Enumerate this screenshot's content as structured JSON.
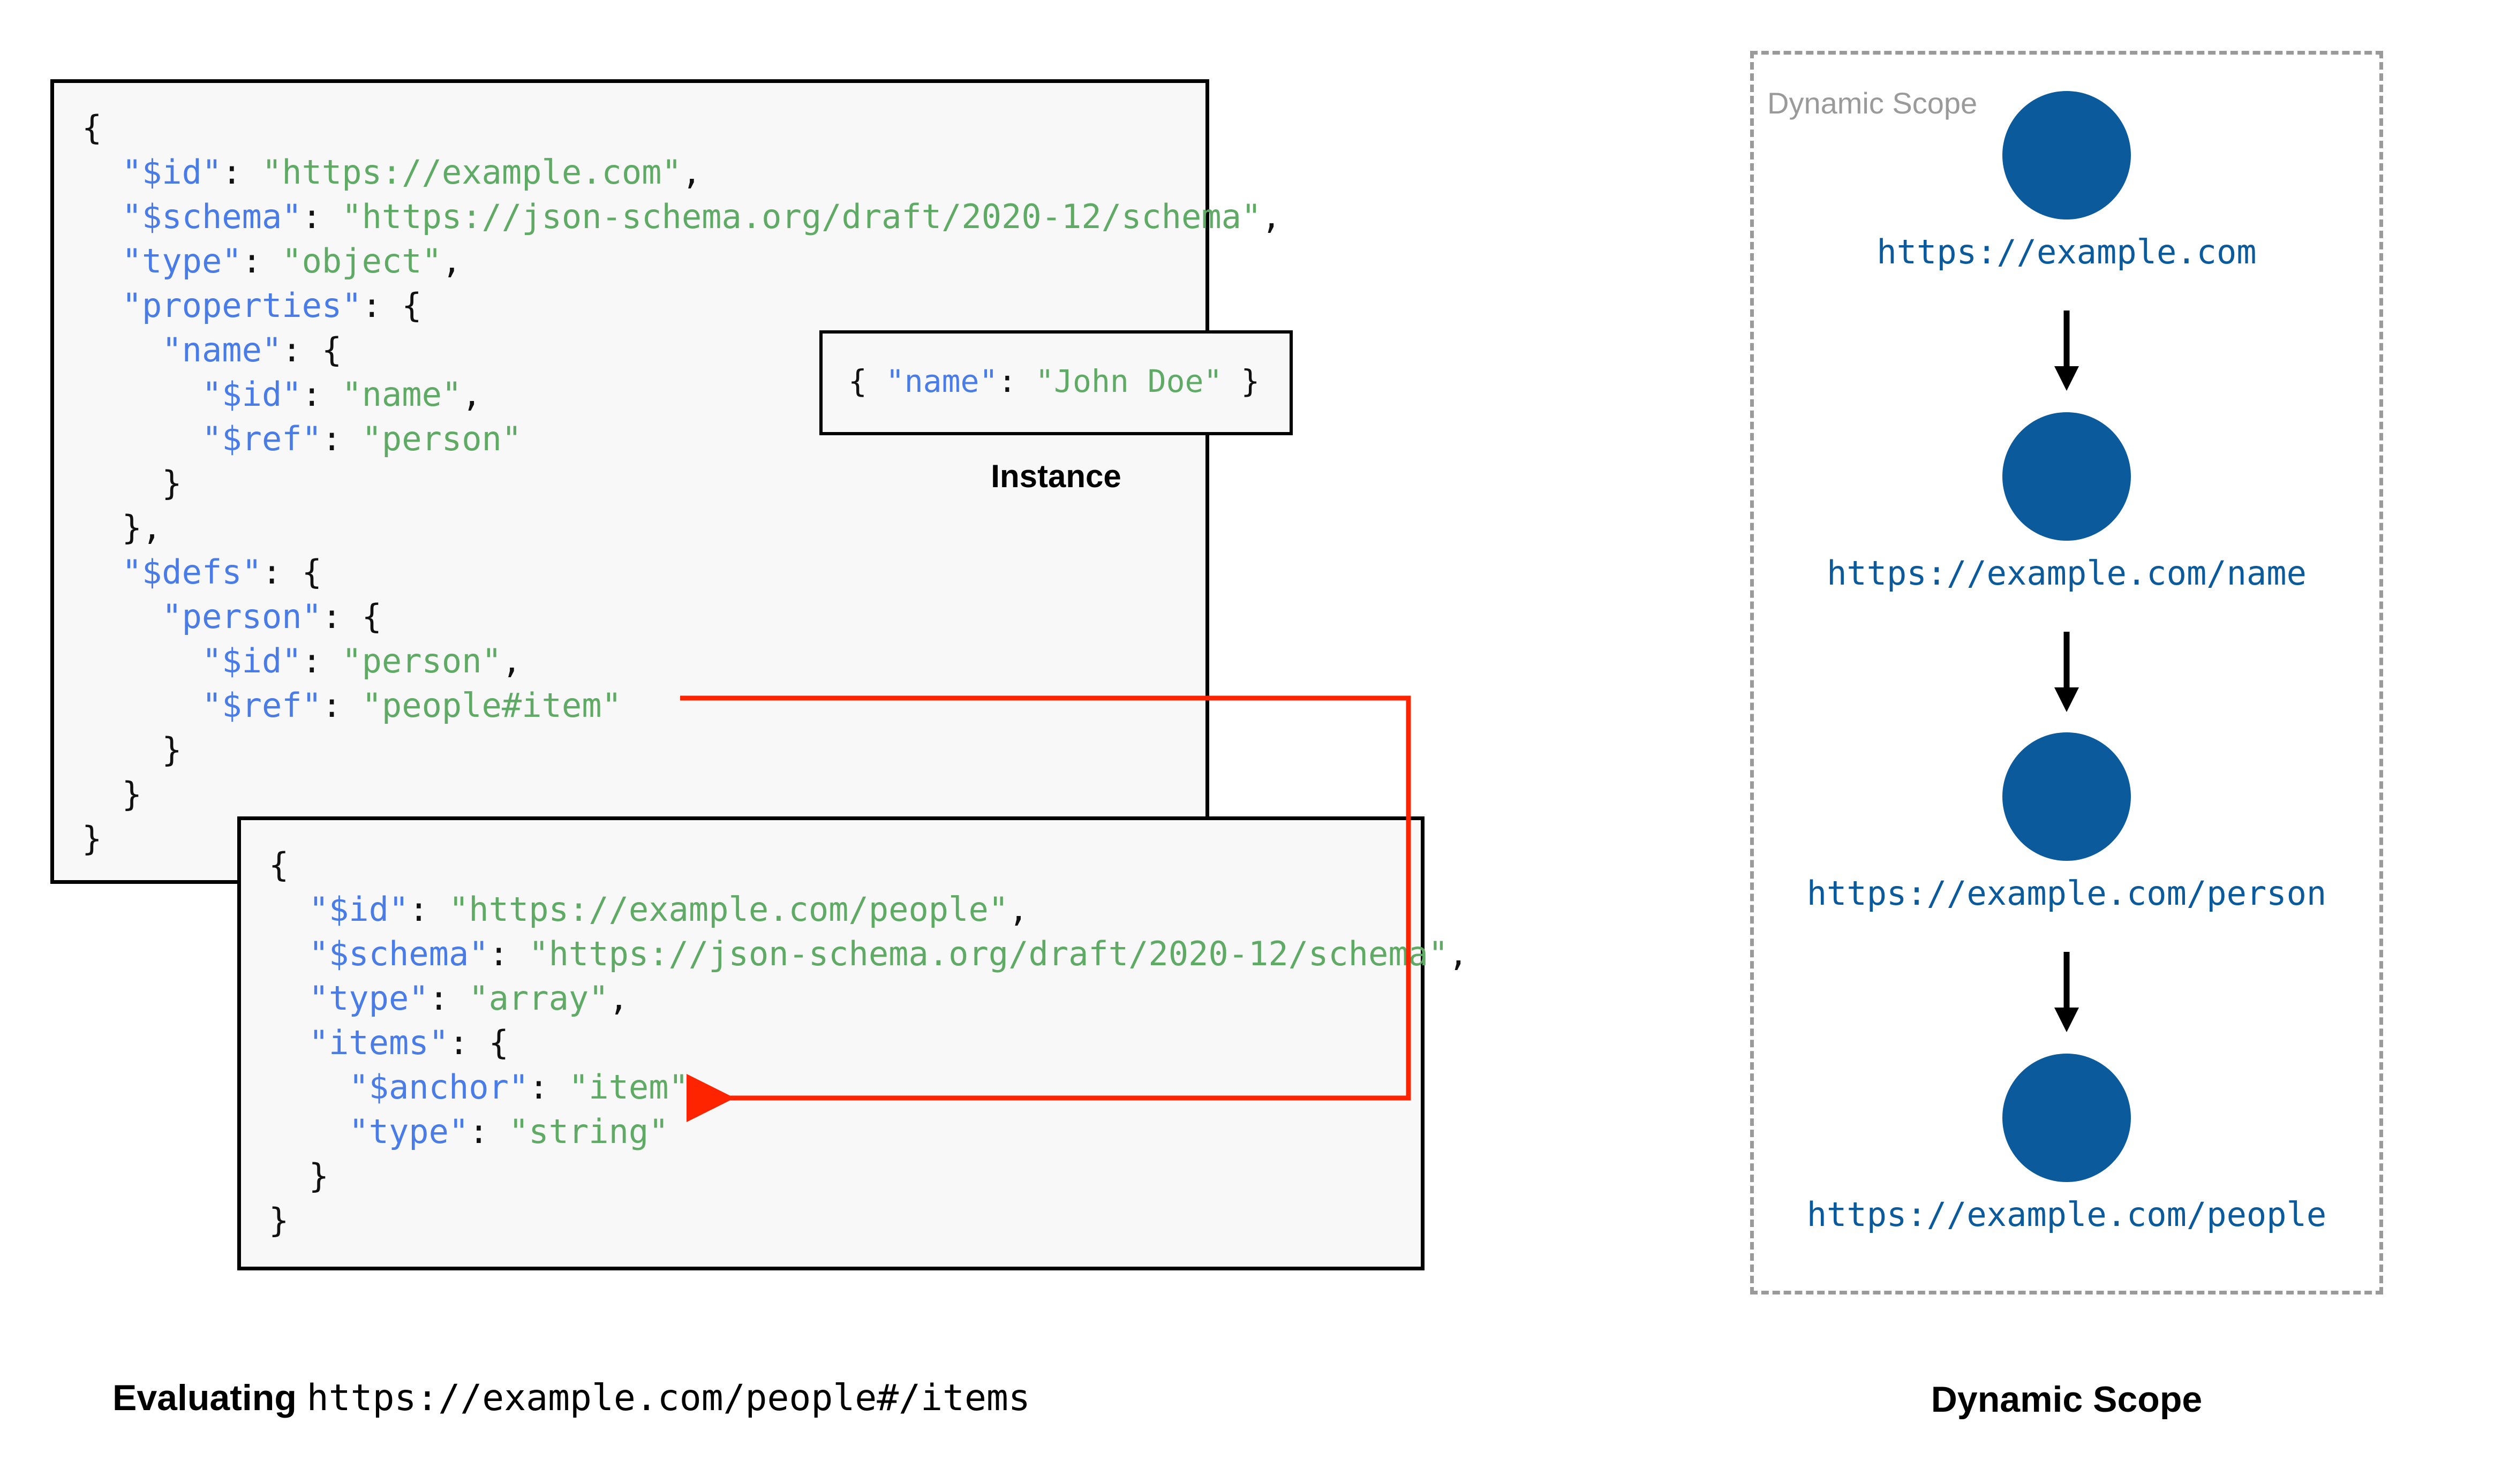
{
  "schema_root": {
    "lines": [
      [
        {
          "t": "{",
          "c": "p"
        }
      ],
      [
        {
          "t": "  ",
          "c": "p"
        },
        {
          "t": "\"$id\"",
          "c": "k"
        },
        {
          "t": ": ",
          "c": "p"
        },
        {
          "t": "\"https://example.com\"",
          "c": "s"
        },
        {
          "t": ",",
          "c": "p"
        }
      ],
      [
        {
          "t": "  ",
          "c": "p"
        },
        {
          "t": "\"$schema\"",
          "c": "k"
        },
        {
          "t": ": ",
          "c": "p"
        },
        {
          "t": "\"https://json-schema.org/draft/2020-12/schema\"",
          "c": "s"
        },
        {
          "t": ",",
          "c": "p"
        }
      ],
      [
        {
          "t": "  ",
          "c": "p"
        },
        {
          "t": "\"type\"",
          "c": "k"
        },
        {
          "t": ": ",
          "c": "p"
        },
        {
          "t": "\"object\"",
          "c": "s"
        },
        {
          "t": ",",
          "c": "p"
        }
      ],
      [
        {
          "t": "  ",
          "c": "p"
        },
        {
          "t": "\"properties\"",
          "c": "k"
        },
        {
          "t": ": {",
          "c": "p"
        }
      ],
      [
        {
          "t": "    ",
          "c": "p"
        },
        {
          "t": "\"name\"",
          "c": "k"
        },
        {
          "t": ": {",
          "c": "p"
        }
      ],
      [
        {
          "t": "      ",
          "c": "p"
        },
        {
          "t": "\"$id\"",
          "c": "k"
        },
        {
          "t": ": ",
          "c": "p"
        },
        {
          "t": "\"name\"",
          "c": "s"
        },
        {
          "t": ",",
          "c": "p"
        }
      ],
      [
        {
          "t": "      ",
          "c": "p"
        },
        {
          "t": "\"$ref\"",
          "c": "k"
        },
        {
          "t": ": ",
          "c": "p"
        },
        {
          "t": "\"person\"",
          "c": "s"
        }
      ],
      [
        {
          "t": "    }",
          "c": "p"
        }
      ],
      [
        {
          "t": "  },",
          "c": "p"
        }
      ],
      [
        {
          "t": "  ",
          "c": "p"
        },
        {
          "t": "\"$defs\"",
          "c": "k"
        },
        {
          "t": ": {",
          "c": "p"
        }
      ],
      [
        {
          "t": "    ",
          "c": "p"
        },
        {
          "t": "\"person\"",
          "c": "k"
        },
        {
          "t": ": {",
          "c": "p"
        }
      ],
      [
        {
          "t": "      ",
          "c": "p"
        },
        {
          "t": "\"$id\"",
          "c": "k"
        },
        {
          "t": ": ",
          "c": "p"
        },
        {
          "t": "\"person\"",
          "c": "s"
        },
        {
          "t": ",",
          "c": "p"
        }
      ],
      [
        {
          "t": "      ",
          "c": "p"
        },
        {
          "t": "\"$ref\"",
          "c": "k"
        },
        {
          "t": ": ",
          "c": "p"
        },
        {
          "t": "\"people#item\"",
          "c": "s"
        }
      ],
      [
        {
          "t": "    }",
          "c": "p"
        }
      ],
      [
        {
          "t": "  }",
          "c": "p"
        }
      ],
      [
        {
          "t": "}",
          "c": "p"
        }
      ]
    ]
  },
  "instance": {
    "label": "Instance",
    "lines": [
      [
        {
          "t": "{ ",
          "c": "p"
        },
        {
          "t": "\"name\"",
          "c": "k"
        },
        {
          "t": ": ",
          "c": "p"
        },
        {
          "t": "\"John Doe\"",
          "c": "s"
        },
        {
          "t": " }",
          "c": "p"
        }
      ]
    ]
  },
  "schema_people": {
    "lines": [
      [
        {
          "t": "{",
          "c": "p"
        }
      ],
      [
        {
          "t": "  ",
          "c": "p"
        },
        {
          "t": "\"$id\"",
          "c": "k"
        },
        {
          "t": ": ",
          "c": "p"
        },
        {
          "t": "\"https://example.com/people\"",
          "c": "s"
        },
        {
          "t": ",",
          "c": "p"
        }
      ],
      [
        {
          "t": "  ",
          "c": "p"
        },
        {
          "t": "\"$schema\"",
          "c": "k"
        },
        {
          "t": ": ",
          "c": "p"
        },
        {
          "t": "\"https://json-schema.org/draft/2020-12/schema\"",
          "c": "s"
        },
        {
          "t": ",",
          "c": "p"
        }
      ],
      [
        {
          "t": "  ",
          "c": "p"
        },
        {
          "t": "\"type\"",
          "c": "k"
        },
        {
          "t": ": ",
          "c": "p"
        },
        {
          "t": "\"array\"",
          "c": "s"
        },
        {
          "t": ",",
          "c": "p"
        }
      ],
      [
        {
          "t": "  ",
          "c": "p"
        },
        {
          "t": "\"items\"",
          "c": "k"
        },
        {
          "t": ": {",
          "c": "p"
        }
      ],
      [
        {
          "t": "    ",
          "c": "p"
        },
        {
          "t": "\"$anchor\"",
          "c": "k"
        },
        {
          "t": ": ",
          "c": "p"
        },
        {
          "t": "\"item\"",
          "c": "s"
        },
        {
          "t": ",",
          "c": "p"
        }
      ],
      [
        {
          "t": "    ",
          "c": "p"
        },
        {
          "t": "\"type\"",
          "c": "k"
        },
        {
          "t": ": ",
          "c": "p"
        },
        {
          "t": "\"string\"",
          "c": "s"
        }
      ],
      [
        {
          "t": "  }",
          "c": "p"
        }
      ],
      [
        {
          "t": "}",
          "c": "p"
        }
      ]
    ]
  },
  "ref_arrow": {
    "color": "#ff2400",
    "from": "\"$ref\": \"people#item\"",
    "to": "\"$anchor\": \"item\""
  },
  "captions": {
    "evaluating_lead": "Evaluating",
    "evaluating_uri": "https://example.com/people#/items",
    "dynamic_scope": "Dynamic Scope"
  },
  "dynamic_scope": {
    "title": "Dynamic Scope",
    "dot_color": "#0b5a9c",
    "border_color": "#9a9a9a",
    "arrow_glyph": "↓",
    "nodes": [
      {
        "uri": "https://example.com"
      },
      {
        "uri": "https://example.com/name"
      },
      {
        "uri": "https://example.com/person"
      },
      {
        "uri": "https://example.com/people"
      }
    ]
  }
}
